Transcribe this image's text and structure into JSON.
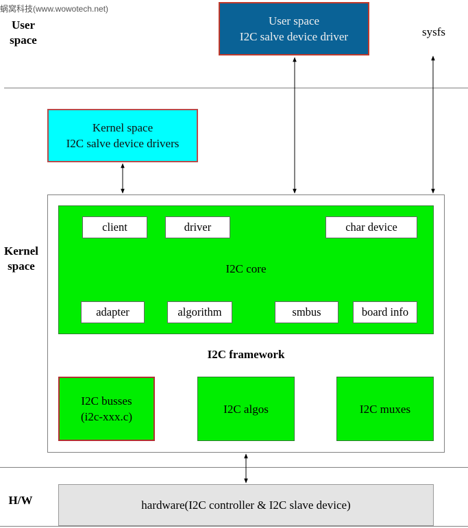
{
  "watermark": "蜗窝科技(www.wowotech.net)",
  "zones": {
    "user_line1": "User",
    "user_line2": "space",
    "kernel_line1": "Kernel",
    "kernel_line2": "space",
    "hw": "H/W"
  },
  "user_driver": {
    "line1": "User space",
    "line2": "I2C salve device driver"
  },
  "sysfs": "sysfs",
  "kernel_driver": {
    "line1": "Kernel space",
    "line2": "I2C salve device drivers"
  },
  "core": {
    "title": "I2C core",
    "top_items": [
      "client",
      "driver",
      "char device"
    ],
    "bottom_items": [
      "adapter",
      "algorithm",
      "smbus",
      "board info"
    ]
  },
  "framework_title": "I2C framework",
  "modules": {
    "busses_line1": "I2C busses",
    "busses_line2": "(i2c-xxx.c)",
    "algos": "I2C algos",
    "muxes": "I2C muxes"
  },
  "hardware": "hardware(I2C controller & I2C slave device)",
  "colors": {
    "user_driver_fill": "#0a6296",
    "kernel_driver_fill": "#00ffff",
    "core_fill": "#00ee00",
    "hardware_fill": "#e4e4e4",
    "outline_red": "#b03030"
  }
}
